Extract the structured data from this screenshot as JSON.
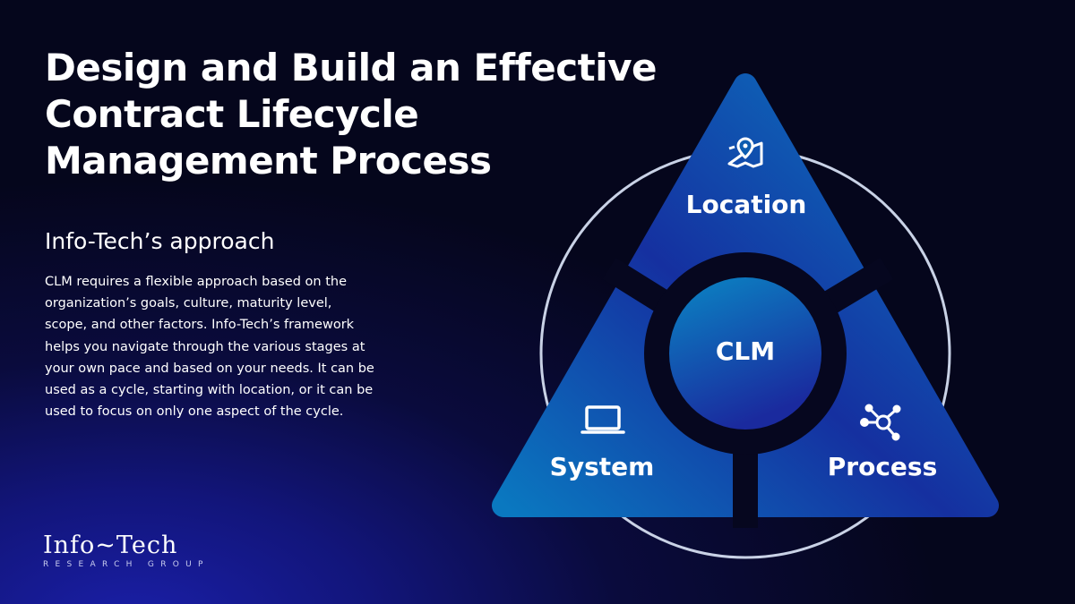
{
  "title": "Design and Build an Effective Contract Lifecycle Management Process",
  "subtitle": "Info-Tech’s approach",
  "body": "CLM requires a flexible approach based on the organization’s goals, culture, maturity level, scope, and other factors. Info-Tech’s framework helps you navigate through the various stages at your own pace and based on your needs. It can be used as a cycle, starting with location, or it can be used to focus on only one aspect of the cycle.",
  "diagram": {
    "center": "CLM",
    "segments": [
      {
        "label": "Location",
        "icon": "map-pin-icon"
      },
      {
        "label": "System",
        "icon": "laptop-icon"
      },
      {
        "label": "Process",
        "icon": "network-nodes-icon"
      }
    ]
  },
  "logo": {
    "name": "Info~Tech",
    "tagline": "RESEARCH GROUP"
  },
  "colors": {
    "accent": "#0b7fc4",
    "deep": "#1a2a9e",
    "bg": "#05061c"
  }
}
